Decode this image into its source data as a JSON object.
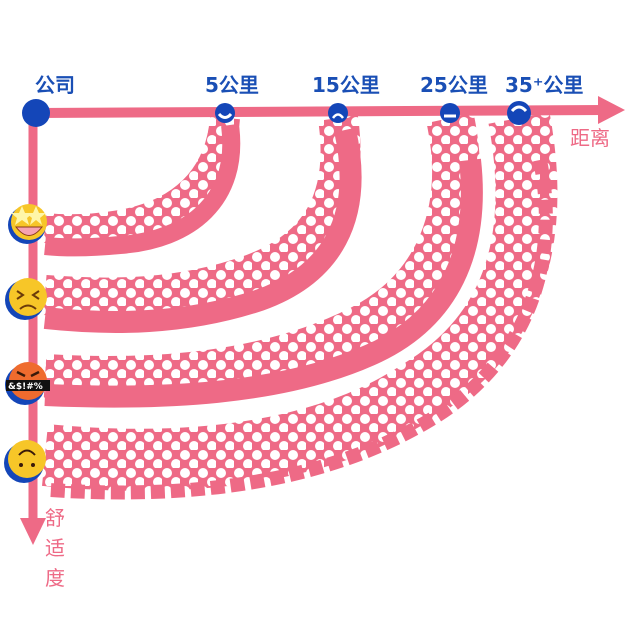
{
  "colors": {
    "axis": "#ee6a86",
    "node": "#1446b8",
    "dots": "#ffffff",
    "emoji_yellow": "#f7c628",
    "emoji_orange": "#ef6b2e"
  },
  "axis": {
    "origin_label": "公司",
    "x_label": "距离",
    "y_label_chars": [
      "舒",
      "适",
      "度"
    ],
    "distance_marks": [
      {
        "label": "5公里",
        "face": "smile"
      },
      {
        "label": "15公里",
        "face": "frown"
      },
      {
        "label": "25公里",
        "face": "neutral"
      },
      {
        "label": "35⁺公里",
        "face": "upside-down"
      }
    ]
  },
  "comfort_levels": [
    {
      "emoji": "star-struck-icon"
    },
    {
      "emoji": "tired-face-icon"
    },
    {
      "emoji": "swearing-face-icon",
      "text": "&$!#%"
    },
    {
      "emoji": "frowning-face-icon"
    }
  ]
}
